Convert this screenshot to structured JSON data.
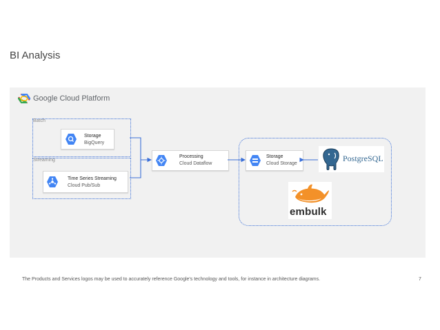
{
  "slide": {
    "title": "BI Analysis",
    "footer": "The Products and Services logos may be used to accurately reference Google's technology and tools, for instance in architecture diagrams.",
    "page_number": "7"
  },
  "platform": {
    "logo_text": "Google Cloud Platform"
  },
  "groups": {
    "batch_label": "Batch",
    "streaming_label": "Streaming"
  },
  "nodes": {
    "bigquery": {
      "title": "Storage",
      "subtitle": "BigQuery",
      "icon": "bigquery-icon"
    },
    "pubsub": {
      "title": "Time Series Streaming",
      "subtitle": "Cloud Pub/Sub",
      "icon": "pubsub-icon"
    },
    "dataflow": {
      "title": "Processing",
      "subtitle": "Cloud Dataflow",
      "icon": "dataflow-icon"
    },
    "storage": {
      "title": "Storage",
      "subtitle": "Cloud Storage",
      "icon": "cloud-storage-icon"
    }
  },
  "logos": {
    "postgresql": "PostgreSQL",
    "embulk": "embulk"
  },
  "colors": {
    "accent_blue": "#4285f4",
    "connector": "#3a6fd8",
    "panel": "#f1f1f1"
  }
}
